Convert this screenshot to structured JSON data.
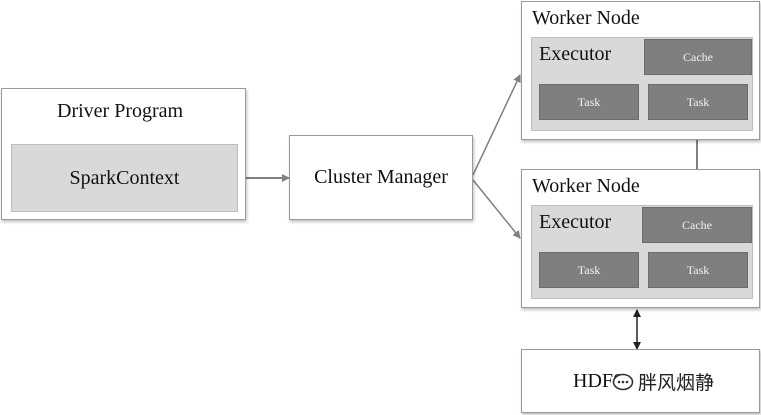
{
  "driver": {
    "title": "Driver Program",
    "context": "SparkContext"
  },
  "cluster_manager": {
    "label": "Cluster Manager"
  },
  "workers": [
    {
      "title": "Worker Node",
      "executor": "Executor",
      "cache": "Cache",
      "tasks": [
        "Task",
        "Task"
      ]
    },
    {
      "title": "Worker Node",
      "executor": "Executor",
      "cache": "Cache",
      "tasks": [
        "Task",
        "Task"
      ]
    }
  ],
  "hdfs": {
    "label": "HDFS"
  },
  "watermark": {
    "text": "胖风烟静"
  },
  "colors": {
    "edge": "#808080",
    "dark_block": "#7f7f7f",
    "light_block": "#d9d9d9"
  }
}
